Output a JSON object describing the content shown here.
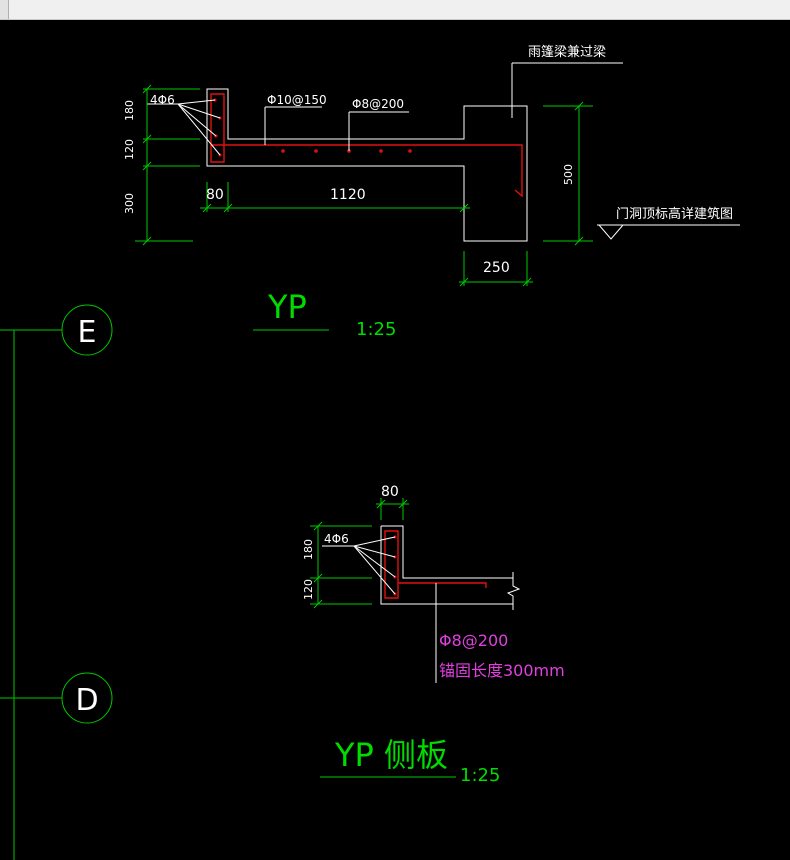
{
  "window": {
    "tab_label": ""
  },
  "yp_section": {
    "beam_label": "雨篷梁兼过梁",
    "door_label": "门洞顶标高详建筑图",
    "rebar_4": "4Φ6",
    "rebar_top": "Φ10@150",
    "rebar_dist": "Φ8@200",
    "dim_180": "180",
    "dim_120": "120",
    "dim_300": "300",
    "dim_80": "80",
    "dim_1120": "1120",
    "dim_500": "500",
    "dim_250": "250",
    "title": "YP",
    "scale": "1:25"
  },
  "grid": {
    "axis_e": "E",
    "axis_d": "D"
  },
  "yp_side": {
    "dim_80": "80",
    "dim_180": "180",
    "dim_120": "120",
    "rebar_4": "4Φ6",
    "note_rebar": "Φ8@200",
    "note_anchor": "锚固长度300mm",
    "title": "YP 侧板",
    "scale": "1:25"
  },
  "colors": {
    "background": "#000000",
    "outline": "#ffffff",
    "dimension": "#00c800",
    "rebar": "#e01010",
    "note": "#e040e0"
  }
}
